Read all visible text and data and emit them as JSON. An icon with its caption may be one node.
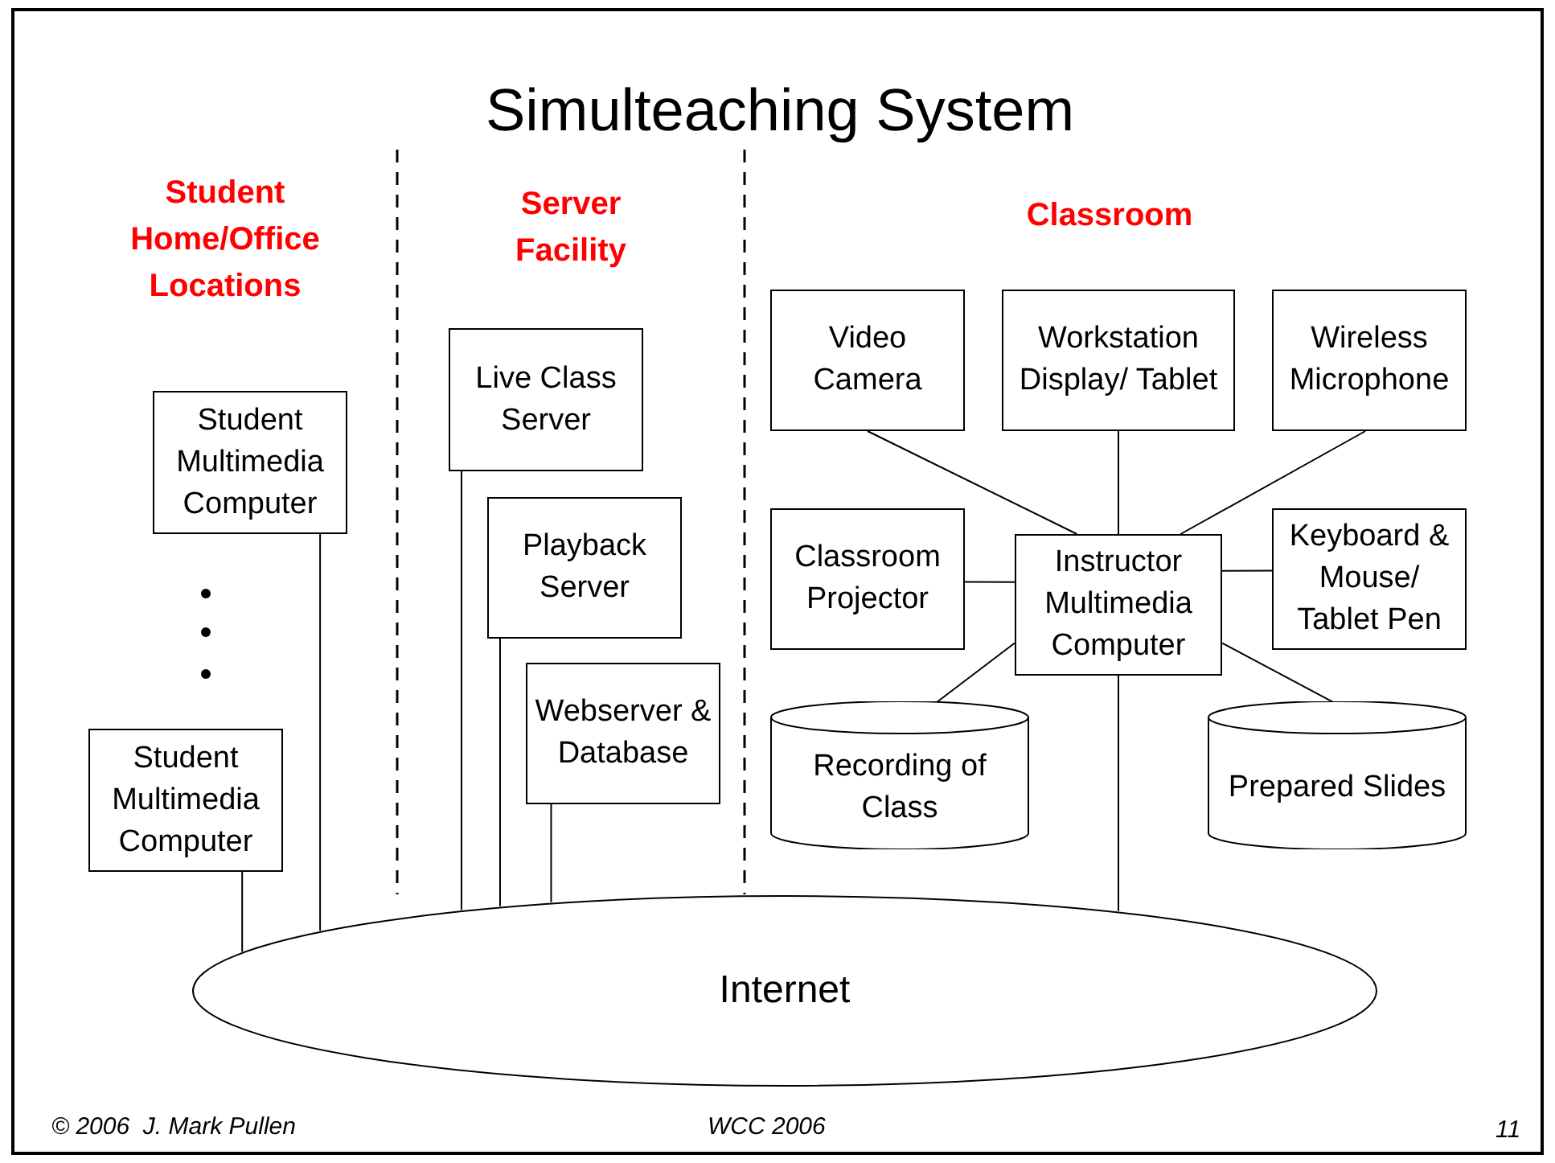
{
  "diagram": {
    "title": "Simulteaching System",
    "nodes": [
      {
        "text": [
          "Student Multimedia Computer"
        ]
      },
      {
        "text": [
          "Student Multimedia Computer"
        ]
      },
      {
        "text": [
          "Live Class Server"
        ]
      },
      {
        "text": [
          "Playback Server"
        ]
      },
      {
        "text": [
          "Webserver & Database"
        ]
      },
      {
        "text": [
          "Video Camera"
        ]
      },
      {
        "text": [
          "Workstation Display/ Tablet"
        ]
      },
      {
        "text": [
          "Wireless Microphone"
        ]
      },
      {
        "text": [
          "Classroom Projector"
        ]
      },
      {
        "text": [
          "Instructor Multimedia Computer"
        ]
      },
      {
        "text": [
          "Keyboard & Mouse/ Tablet Pen"
        ]
      },
      {
        "text": [
          "Recording of Class"
        ]
      },
      {
        "text": [
          "Prepared Slides"
        ]
      },
      {
        "text": [
          "Internet"
        ]
      }
    ],
    "edges": [
      {
        "from": 0,
        "to": 13,
        "arrow": "none"
      },
      {
        "from": 1,
        "to": 13,
        "arrow": "none"
      },
      {
        "from": 2,
        "to": 13,
        "arrow": "none"
      },
      {
        "from": 3,
        "to": 13,
        "arrow": "none"
      },
      {
        "from": 4,
        "to": 13,
        "arrow": "none"
      },
      {
        "from": 9,
        "to": 13,
        "arrow": "none"
      },
      {
        "from": 5,
        "to": 9,
        "arrow": "none"
      },
      {
        "from": 6,
        "to": 9,
        "arrow": "none"
      },
      {
        "from": 7,
        "to": 9,
        "arrow": "none"
      },
      {
        "from": 8,
        "to": 9,
        "arrow": "none"
      },
      {
        "from": 10,
        "to": 9,
        "arrow": "none"
      },
      {
        "from": 11,
        "to": 9,
        "arrow": "none"
      },
      {
        "from": 12,
        "to": 9,
        "arrow": "none"
      }
    ],
    "labels": [
      "Student Home/Office Locations",
      "Server Facility",
      "Classroom",
      "© 2006  J. Mark Pullen",
      "WCC 2006",
      "11"
    ]
  }
}
